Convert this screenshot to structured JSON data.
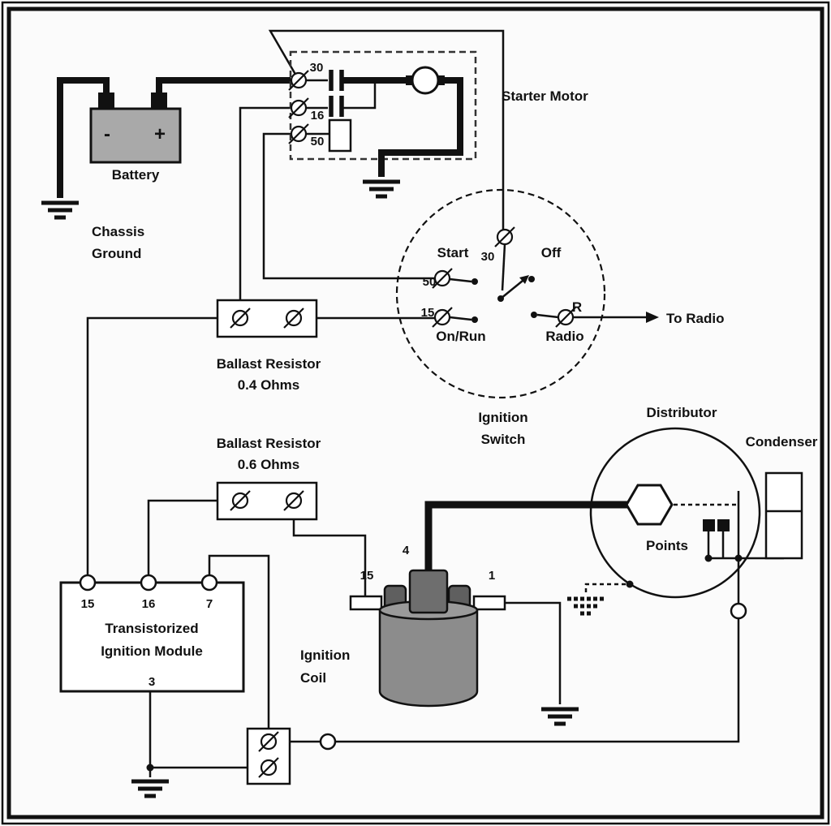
{
  "colors": {
    "background": "#fbfbfb",
    "line": "#111111",
    "battery_fill": "#a9a9a9",
    "coil_fill": "#8c8c8c",
    "coil_cap_fill": "#6e6e6e"
  },
  "battery": {
    "label": "Battery",
    "minus": "-",
    "plus": "+"
  },
  "chassis_ground": {
    "line1": "Chassis",
    "line2": "Ground"
  },
  "starter_relay": {
    "t30": "30",
    "t16": "16",
    "t50": "50"
  },
  "starter_motor": {
    "label": "Starter Motor"
  },
  "ignition_switch": {
    "title1": "Ignition",
    "title2": "Switch",
    "t30": "30",
    "start": "Start",
    "t50": "50",
    "off": "Off",
    "t15": "15",
    "on_run": "On/Run",
    "r": "R",
    "radio": "Radio",
    "to_radio": "To Radio"
  },
  "ballast_04": {
    "line1": "Ballast Resistor",
    "line2": "0.4 Ohms"
  },
  "ballast_06": {
    "line1": "Ballast Resistor",
    "line2": "0.6 Ohms"
  },
  "ignition_module": {
    "t15": "15",
    "t16": "16",
    "t7": "7",
    "name1": "Transistorized",
    "name2": "Ignition Module",
    "t3": "3"
  },
  "ignition_coil": {
    "t15": "15",
    "t4": "4",
    "t1": "1",
    "name1": "Ignition",
    "name2": "Coil"
  },
  "distributor": {
    "label": "Distributor",
    "points": "Points"
  },
  "condenser": {
    "label": "Condenser"
  }
}
